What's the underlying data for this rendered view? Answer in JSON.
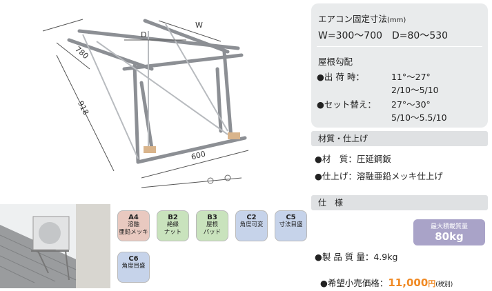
{
  "figure": {
    "dim_d": "D",
    "dim_w": "W",
    "dim_780": "780",
    "dim_918": "918",
    "dim_600": "600"
  },
  "spec": {
    "fix_title": "エアコン固定寸法",
    "fix_unit": "(mm)",
    "fix_values": "W=300～700　D=80～530",
    "slope_title": "屋根勾配",
    "ship_label": "●出 荷 時：",
    "ship_deg": "11°～27°",
    "ship_ratio": "2/10～5/10",
    "set_label": "●セット替え：",
    "set_deg": "27°～30°",
    "set_ratio": "5/10～5.5/10"
  },
  "material": {
    "title": "材質・仕上げ",
    "line1": "●材　質：圧延鋼鈑",
    "line2": "●仕上げ：溶融亜鉛メッキ仕上げ"
  },
  "specs": {
    "title": "仕　様",
    "load_caption": "最大積載質量",
    "load_value": "80kg",
    "weight": "●製 品 質 量：4.9kg",
    "price_label": "●希望小売価格：",
    "price_value": "11,000",
    "price_unit": "円",
    "price_note": "(税別)"
  },
  "badges": [
    {
      "code": "A4",
      "l1": "溶融",
      "l2": "亜鉛メッキ",
      "color": "#e9c9c0"
    },
    {
      "code": "B2",
      "l1": "絶縁",
      "l2": "ナット",
      "color": "#c9e3bd"
    },
    {
      "code": "B3",
      "l1": "屋根",
      "l2": "パッド",
      "color": "#c9e3bd"
    },
    {
      "code": "C2",
      "l1": "角度可変",
      "l2": "",
      "color": "#c6d3ea"
    },
    {
      "code": "C5",
      "l1": "寸法目盛",
      "l2": "",
      "color": "#c6d3ea"
    },
    {
      "code": "C6",
      "l1": "角度目盛",
      "l2": "",
      "color": "#c6d3ea"
    }
  ]
}
